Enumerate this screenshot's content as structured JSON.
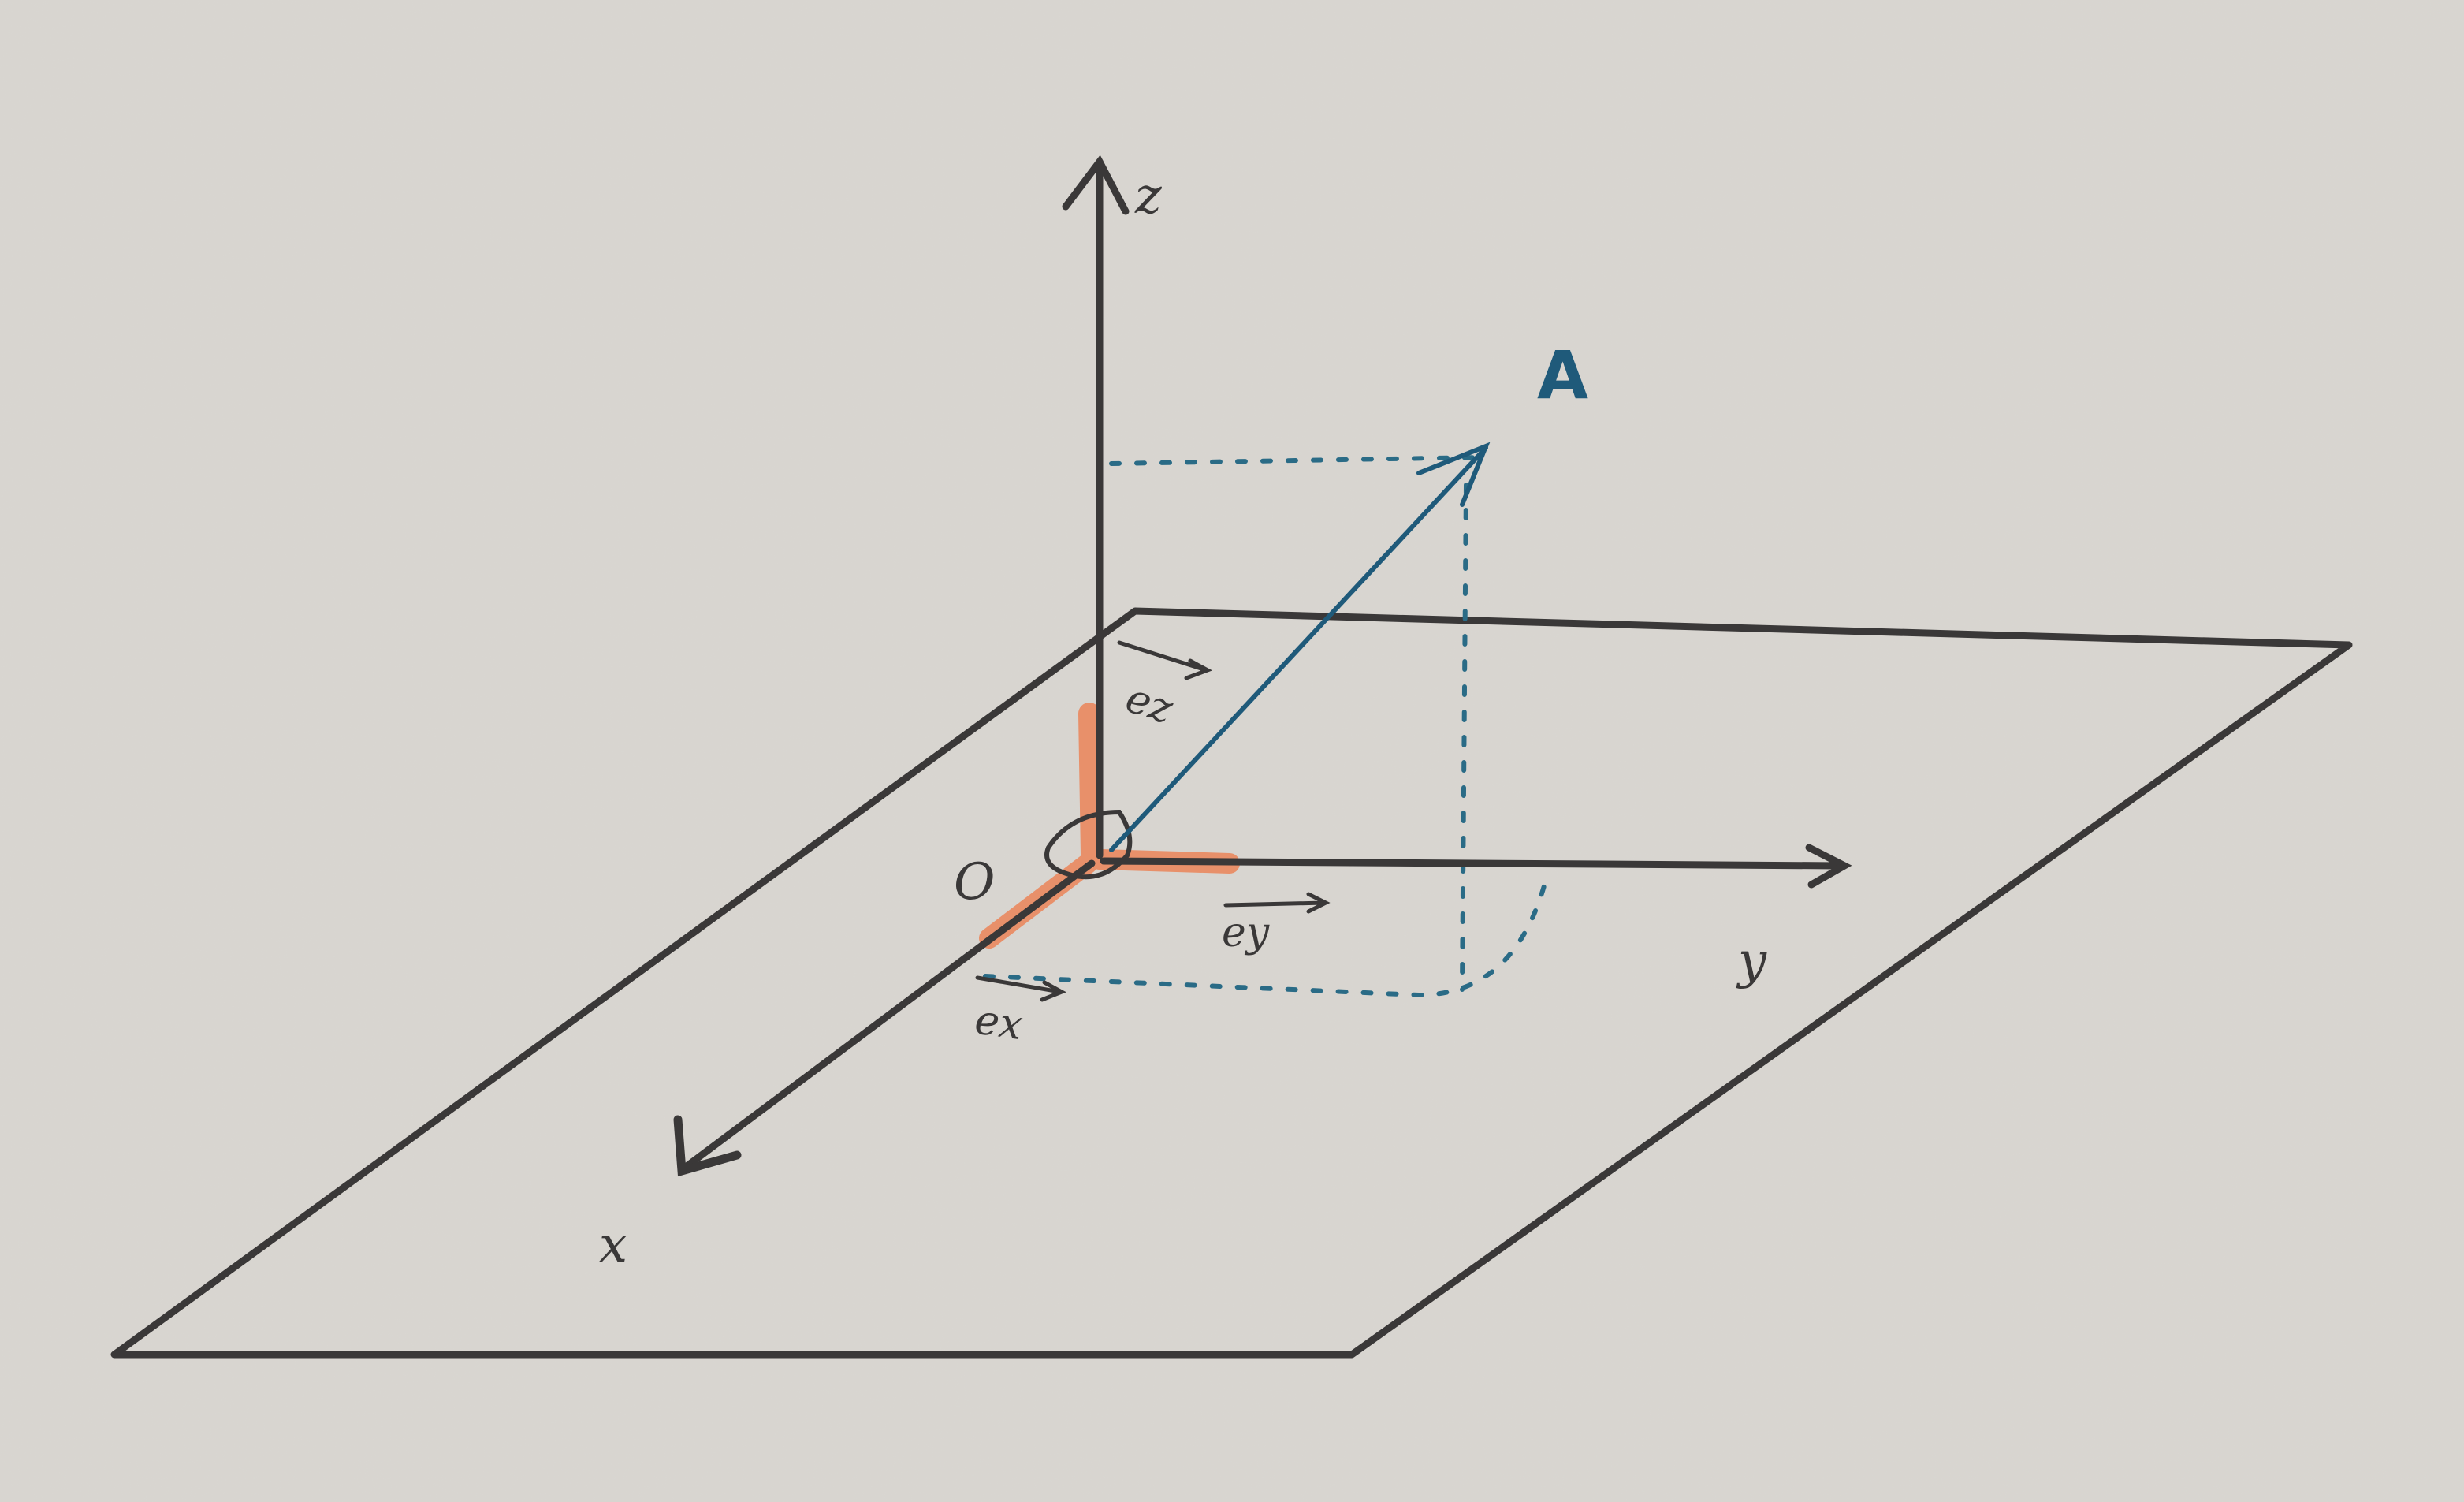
{
  "diagram": {
    "axes": {
      "z_label": "z",
      "y_label": "y",
      "x_label": "x"
    },
    "origin_label": "O",
    "point_label": "A",
    "unit_vectors": {
      "ez_label": "ez",
      "ey_label": "ey",
      "ex_label": "ex"
    },
    "colors": {
      "paper": "#d9d6d1",
      "ink": "#3a3838",
      "vector_blue": "#1f5a7a",
      "dotted_blue": "#2a6b86",
      "unit_orange": "#e8906a"
    }
  }
}
